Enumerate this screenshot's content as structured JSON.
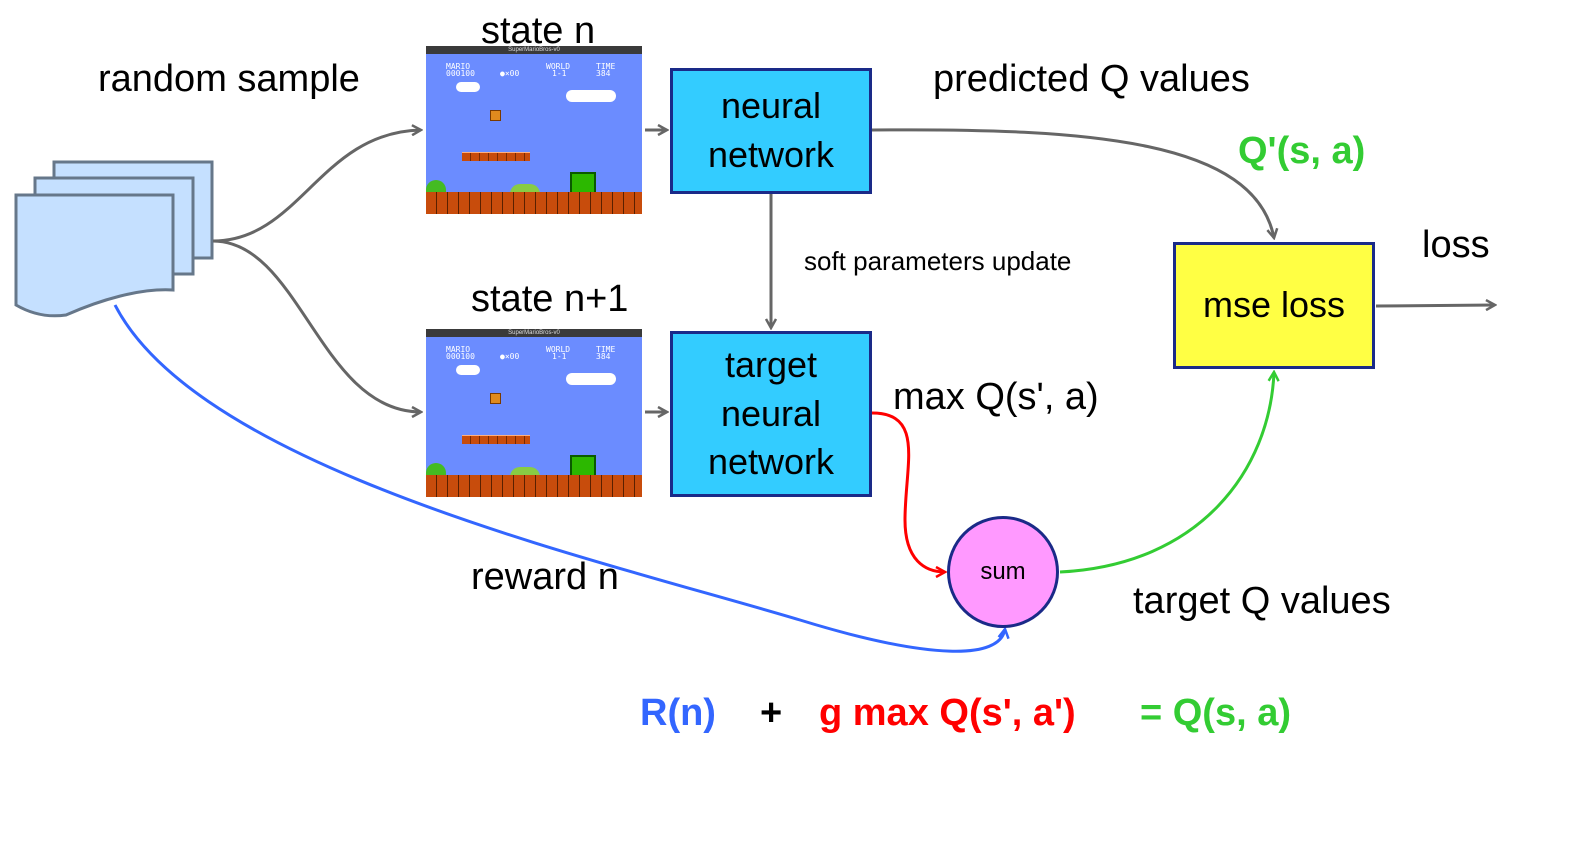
{
  "labels": {
    "random_sample": "random sample",
    "state_n": "state n",
    "state_n1": "state n+1",
    "predicted_q": "predicted Q values",
    "q_prime": "Q'(s, a)",
    "loss": "loss",
    "soft_update": "soft parameters update",
    "max_q": "max Q(s', a)",
    "reward_n": "reward n",
    "target_q": "target Q values"
  },
  "nodes": {
    "neural_network": "neural network",
    "target_network": "target neural network",
    "mse_loss": "mse loss",
    "sum": "sum"
  },
  "game": {
    "window_title": "SuperMarioBros-v0",
    "hud": [
      "MARIO",
      "000100",
      "●×00",
      "WORLD",
      "1-1",
      "TIME",
      "384"
    ]
  },
  "equation": {
    "reward": "R(n)",
    "plus": "+",
    "discounted": "g max Q(s', a')",
    "result": "= Q(s, a)"
  },
  "colors": {
    "reward": "#3366ff",
    "max_q": "#ff0000",
    "target": "#33cc33",
    "arrows": "#666666",
    "nn_fill": "#33ccff",
    "mse_fill": "#ffff44",
    "sum_fill": "#ff99ff",
    "memory_fill": "#c5e0ff"
  }
}
